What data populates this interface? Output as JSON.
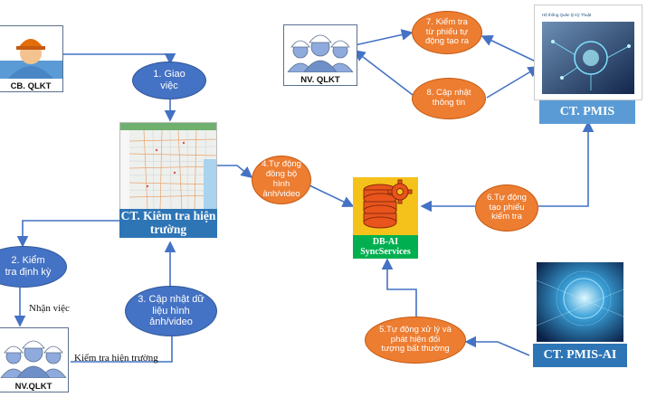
{
  "actors": {
    "cb_qlkt": "CB. QLKT",
    "nv_qlkt_top": "NV. QLKT",
    "nv_qlkt_bottom": "NV.QLKT"
  },
  "systems": {
    "kiem_tra_title": "CT. Kiêm tra hiện trường",
    "pmis_title": "CT. PMIS",
    "pmis_header_text": "Hệ thống Quản lý Kỹ Thuật",
    "pmis_ai_title": "CT. PMIS-AI",
    "db_line1": "DB-AI",
    "db_line2": "SyncServices"
  },
  "steps": {
    "s1": "1. Giao việc",
    "s2": "2. Kiểm tra định kỳ",
    "s3": "3. Cập nhật dữ liệu hình ảnh/video",
    "s4": "4.Tự động đồng bộ hình ảnh/video",
    "s5": "5.Tự động xử lý và phát hiện đối tượng bất thường",
    "s6": "6.Tự động tạo phiếu kiểm tra",
    "s7": "7. Kiểm tra từ phiếu tự động tạo ra",
    "s8": "8. Cập nhật thông tin"
  },
  "labels": {
    "nhan_viec": "Nhận việc",
    "kiem_tra_hien_truong": "Kiểm tra hiện trường"
  },
  "colors": {
    "blue_node": "#4472c4",
    "orange_node": "#ed7d31",
    "system_blue": "#2e75b6",
    "db_green": "#00b050",
    "arrow": "#4472c4"
  }
}
